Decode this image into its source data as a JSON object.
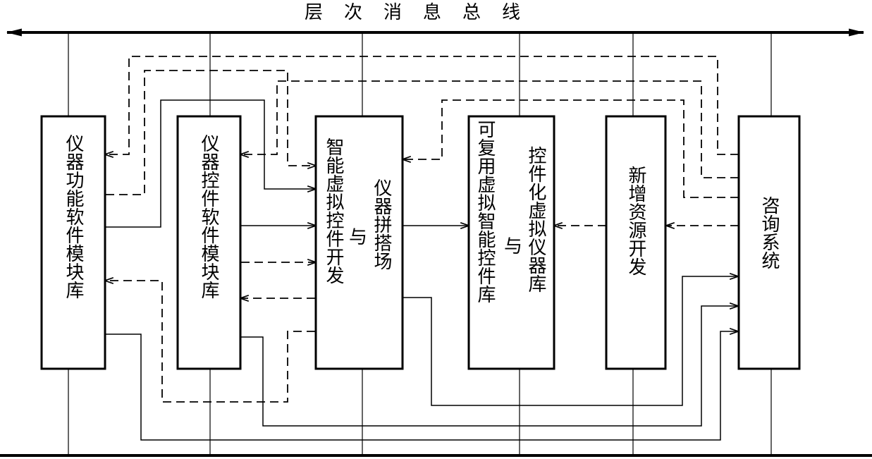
{
  "bus": {
    "top_title": "层次消息总线"
  },
  "boxes": {
    "func_lib": {
      "text": "仪器功能软件模块库"
    },
    "ctrl_lib": {
      "text": "仪器控件软件模块库"
    },
    "dev": {
      "left": "智能虚拟控件开发",
      "mid": "与",
      "right": "仪器拼搭场"
    },
    "reuse": {
      "left": "可复用虚拟智能控件库",
      "mid": "与",
      "right": "控件化虚拟仪器库"
    },
    "new_res": {
      "text": "新增资源开发"
    },
    "consult": {
      "text": "咨询系统"
    }
  }
}
